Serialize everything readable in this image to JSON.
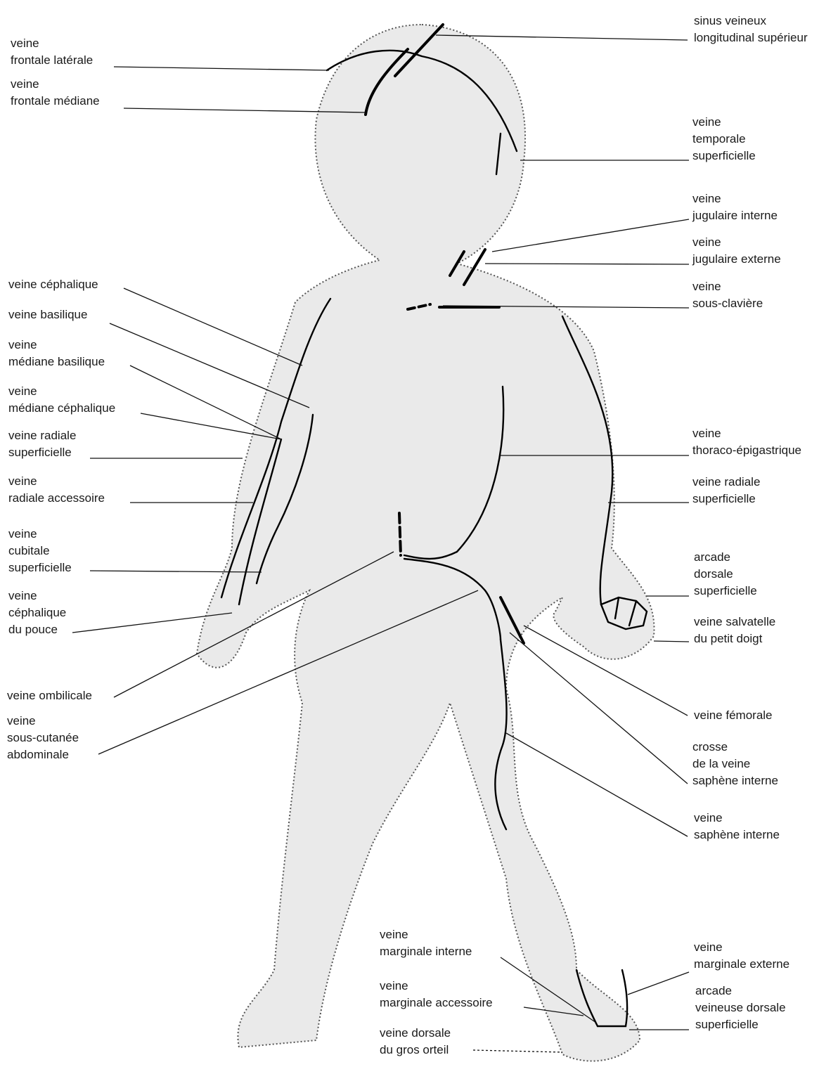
{
  "labels_left": [
    {
      "id": "frontale-laterale",
      "lines": [
        "veine",
        "frontale latérale"
      ]
    },
    {
      "id": "frontale-mediane",
      "lines": [
        "veine",
        "frontale médiane"
      ]
    },
    {
      "id": "cephalique",
      "lines": [
        "veine céphalique"
      ]
    },
    {
      "id": "basilique",
      "lines": [
        "veine basilique"
      ]
    },
    {
      "id": "mediane-basilique",
      "lines": [
        "veine",
        "médiane basilique"
      ]
    },
    {
      "id": "mediane-cephalique",
      "lines": [
        "veine",
        "médiane céphalique"
      ]
    },
    {
      "id": "radiale-superficielle-g",
      "lines": [
        "veine radiale",
        "superficielle"
      ]
    },
    {
      "id": "radiale-accessoire",
      "lines": [
        "veine",
        "radiale accessoire"
      ]
    },
    {
      "id": "cubitale-superficielle",
      "lines": [
        "veine",
        "cubitale",
        "superficielle"
      ]
    },
    {
      "id": "cephalique-pouce",
      "lines": [
        "veine",
        "céphalique",
        "du pouce"
      ]
    },
    {
      "id": "ombilicale",
      "lines": [
        "veine ombilicale"
      ]
    },
    {
      "id": "sous-cutanee-abdominale",
      "lines": [
        "veine",
        "sous-cutanée",
        "abdominale"
      ]
    }
  ],
  "labels_right": [
    {
      "id": "sinus",
      "lines": [
        "sinus veineux",
        "longitudinal supérieur"
      ]
    },
    {
      "id": "temporale",
      "lines": [
        "veine",
        "temporale",
        "superficielle"
      ]
    },
    {
      "id": "jugulaire-interne",
      "lines": [
        "veine",
        "jugulaire interne"
      ]
    },
    {
      "id": "jugulaire-externe",
      "lines": [
        "veine",
        "jugulaire externe"
      ]
    },
    {
      "id": "sous-claviere",
      "lines": [
        "veine",
        "sous-clavière"
      ]
    },
    {
      "id": "thoraco-epigastrique",
      "lines": [
        "veine",
        "thoraco-épigastrique"
      ]
    },
    {
      "id": "radiale-superficielle-d",
      "lines": [
        "veine radiale",
        "superficielle"
      ]
    },
    {
      "id": "arcade-dorsale",
      "lines": [
        "arcade",
        "dorsale",
        "superficielle"
      ]
    },
    {
      "id": "salvatelle",
      "lines": [
        "veine salvatelle",
        "du petit doigt"
      ]
    },
    {
      "id": "femorale",
      "lines": [
        "veine fémorale"
      ]
    },
    {
      "id": "crosse-saphene",
      "lines": [
        "crosse",
        "de la veine",
        "saphène interne"
      ]
    },
    {
      "id": "saphene-interne",
      "lines": [
        "veine",
        "saphène interne"
      ]
    },
    {
      "id": "marginale-externe",
      "lines": [
        "veine",
        "marginale externe"
      ]
    },
    {
      "id": "arcade-veineuse-dorsale",
      "lines": [
        "arcade",
        "veineuse dorsale",
        "superficielle"
      ]
    }
  ],
  "labels_bottom": [
    {
      "id": "marginale-interne",
      "lines": [
        "veine",
        "marginale interne"
      ]
    },
    {
      "id": "marginale-accessoire",
      "lines": [
        "veine",
        "marginale accessoire"
      ]
    },
    {
      "id": "dorsale-gros-orteil",
      "lines": [
        "veine dorsale",
        "du gros orteil"
      ]
    }
  ]
}
